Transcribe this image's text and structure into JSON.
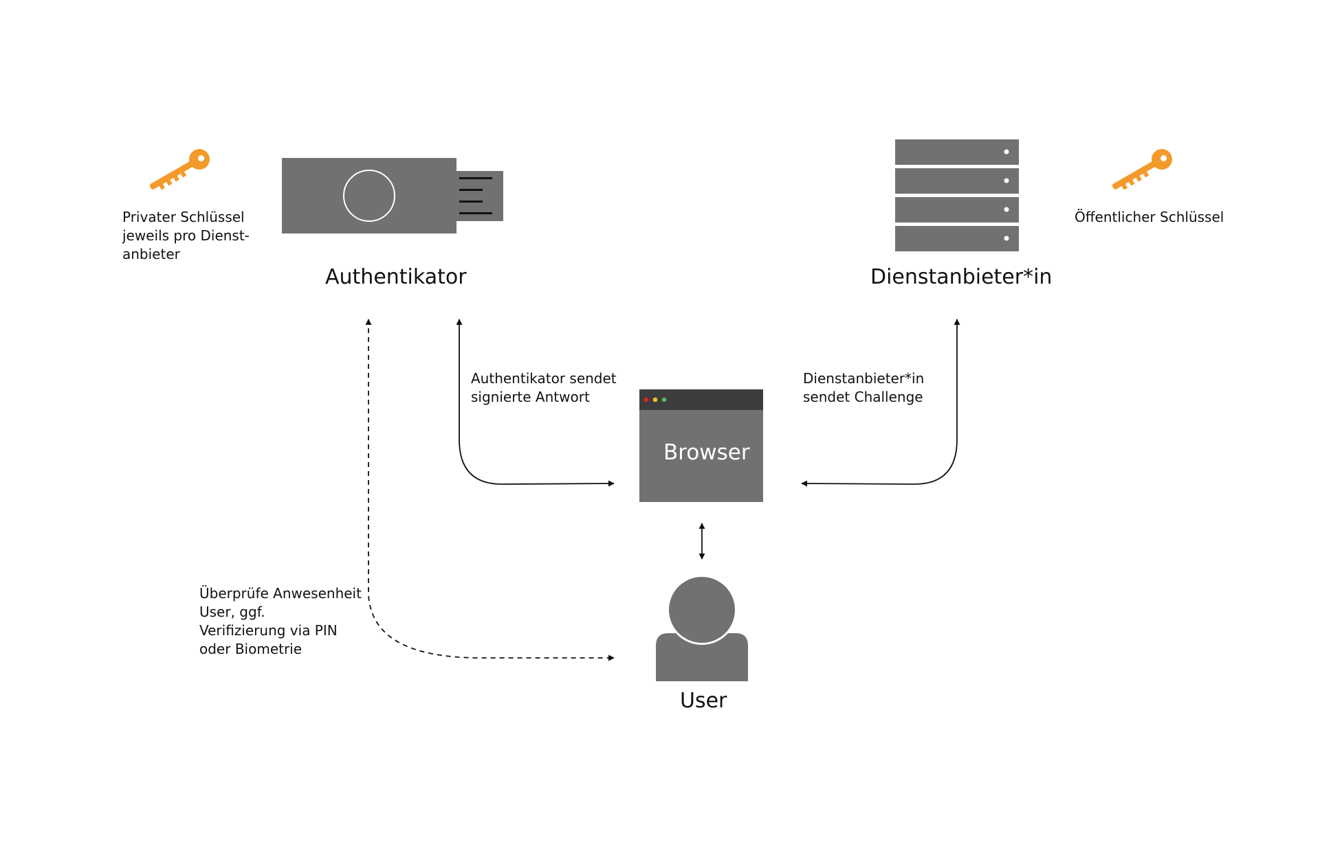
{
  "nodes": {
    "authenticator": {
      "title": "Authentikator"
    },
    "service": {
      "title": "Dienstanbieter*in"
    },
    "browser": {
      "title": "Browser"
    },
    "user": {
      "title": "User"
    }
  },
  "keys": {
    "private_label": "Privater Schlüssel\njeweils pro Dienst-\nanbieter",
    "public_label": "Öffentlicher Schlüssel"
  },
  "edges": {
    "auth_response": "Authentikator sendet\nsignierte Antwort",
    "service_challenge": "Dienstanbieter*in\nsendet Challenge",
    "user_verification": "Überprüfe Anwesenheit\nUser, ggf.\nVerifizierung via PIN\noder Biometrie"
  },
  "colors": {
    "device_gray": "#717171",
    "dark_bar": "#3d3d3d",
    "key_orange": "#f39a2b",
    "dot_red": "#e2231a",
    "dot_yellow": "#f2c12e",
    "dot_green": "#5cb85c",
    "arrow": "#111111"
  },
  "icons": {
    "key": "key-icon",
    "usb": "usb-key-icon",
    "server": "server-icon",
    "browser": "browser-window-icon",
    "user": "user-icon"
  }
}
